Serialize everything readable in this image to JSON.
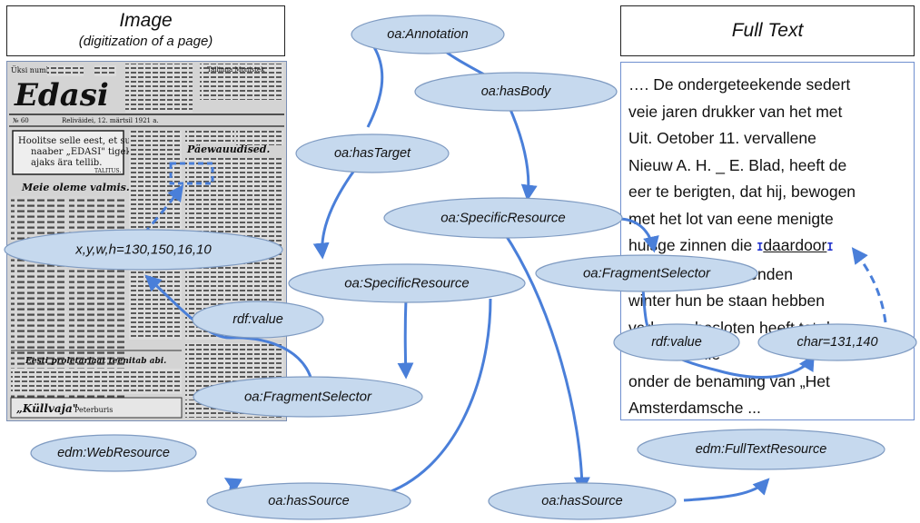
{
  "image_title": {
    "line1": "Image",
    "line2": "(digitization of a page)"
  },
  "fulltext_title": "Full Text",
  "fulltext": {
    "line1": "…. De ondergeteekende sedert",
    "line2": "veie jaren drukker van het met",
    "line3": "Uit. Oetober 11. vervallene",
    "line4": "Nieuw A. H. _ E. Blad, heeft de",
    "line5": "eer te berigten, dat hij, bewogen",
    "line6": "met het lot van eene menigte",
    "line7_pre": "huisge zinnen die ",
    "line7_marker_open": "I",
    "line7_highlight": "daardoor",
    "line7_marker_close": "I",
    "line8": "               n naderenden",
    "line9": "winter hun be staan hebben",
    "line10": "verloren, besloten heeft tot de",
    "line11": "                nie          ",
    "line12": "onder de benaming van „Het",
    "line13": "Amsterdamsche ..."
  },
  "newspaper": {
    "masthead": "Edasi",
    "header_left": "Üksi numbr",
    "number": "№ 60",
    "date": "Reliväidei, 12. märtsil 1921 a.",
    "ad_line1": "Hoolitse selle eest, et su",
    "ad_line2": "naaber „EDASI\" tigeks",
    "ad_line3": "ajaks ära tellib.",
    "ad_sign": "TALITUS.",
    "headline1": "Meie oleme valmis.",
    "headline2": "Päewauudised.",
    "section_mid": "Eesti proletariaat teenitab abi.",
    "bottom_left": "„Küllvaja\"",
    "bottom_right": "Peterburis",
    "right_top": "Tallinna Monistek"
  },
  "nodes": {
    "annotation": "oa:Annotation",
    "hasBody": "oa:hasBody",
    "hasTarget": "oa:hasTarget",
    "specificResource_body": "oa:SpecificResource",
    "specificResource_target": "oa:SpecificResource",
    "xywh": "x,y,w,h=130,150,16,10",
    "rdfValue_image": "rdf:value",
    "fragmentSelector_image": "oa:FragmentSelector",
    "fragmentSelector_text": "oa:FragmentSelector",
    "rdfValue_text": "rdf:value",
    "charRange": "char=131,140",
    "webResource": "edm:WebResource",
    "hasSource_image": "oa:hasSource",
    "fullTextResource": "edm:FullTextResource",
    "hasSource_text": "oa:hasSource"
  },
  "colors": {
    "node_fill": "#c6d9ee",
    "node_stroke": "#7f9bc2",
    "arrow": "#4a7fd9",
    "selection_box": "#4a7fd9"
  }
}
